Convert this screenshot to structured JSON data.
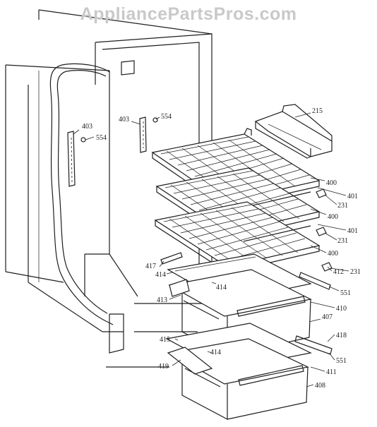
{
  "watermark": "AppliancePartsPros.com",
  "callouts": {
    "c403a": "403",
    "c554a": "554",
    "c403b": "403",
    "c554b": "554",
    "c215": "215",
    "c400a": "400",
    "c401a": "401",
    "c231a": "231",
    "c400b": "400",
    "c401b": "401",
    "c231b": "231",
    "c400c": "400",
    "c417": "417",
    "c414a": "414",
    "c412": "412",
    "c231c": "231",
    "c414b": "414",
    "c551a": "551",
    "c413": "413",
    "c410": "410",
    "c407": "407",
    "c415": "415",
    "c418": "418",
    "c414c": "414",
    "c551b": "551",
    "c419": "419",
    "c411": "411",
    "c408": "408"
  }
}
